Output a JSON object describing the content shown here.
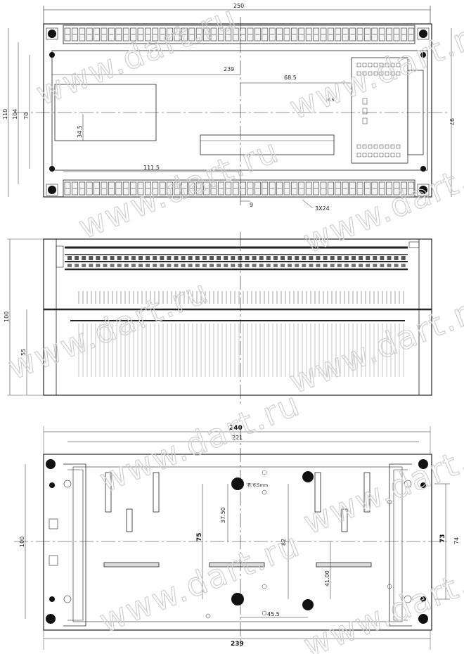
{
  "watermark": "www.dart.ru",
  "top_view": {
    "dims": {
      "overall_width": "250",
      "width_239": "239",
      "width_68_5": "68.5",
      "height_110": "110",
      "height_104": "104",
      "height_70": "70",
      "right_97": "97",
      "left_34_5": "34.5",
      "bottom_111_5": "111.5",
      "pitch_9": "9",
      "terminal_note": "3X24",
      "small_6_5": "6.5"
    }
  },
  "side_view": {
    "dims": {
      "height_100": "100",
      "height_55": "55"
    }
  },
  "bottom_view": {
    "dims": {
      "top_240": "240",
      "top_221": "221",
      "bottom_239": "239",
      "left_100": "100",
      "height_75": "75",
      "v_37_50": "37.50",
      "v_41_00": "41.00",
      "v_82": "82",
      "h_45_5": "45.5",
      "right_73": "73",
      "right_74": "74",
      "hole_note": "孔 6.5mm"
    }
  }
}
